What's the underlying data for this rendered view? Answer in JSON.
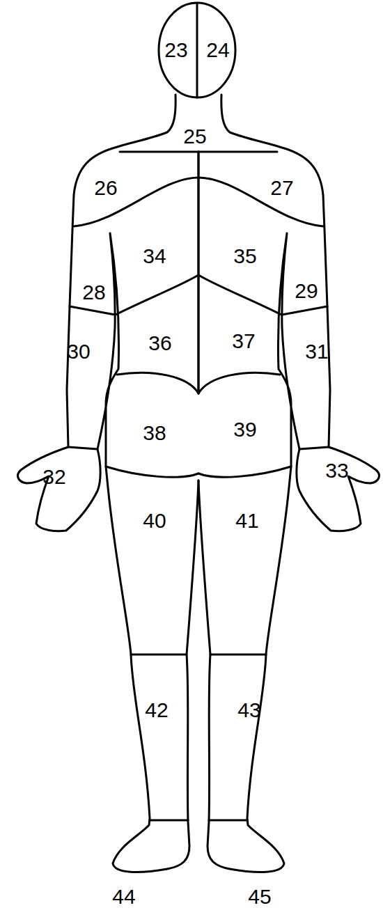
{
  "diagram": {
    "labels": [
      "23",
      "24",
      "25",
      "26",
      "27",
      "28",
      "29",
      "30",
      "31",
      "32",
      "33",
      "34",
      "35",
      "36",
      "37",
      "38",
      "39",
      "40",
      "41",
      "42",
      "43",
      "44",
      "45"
    ]
  }
}
